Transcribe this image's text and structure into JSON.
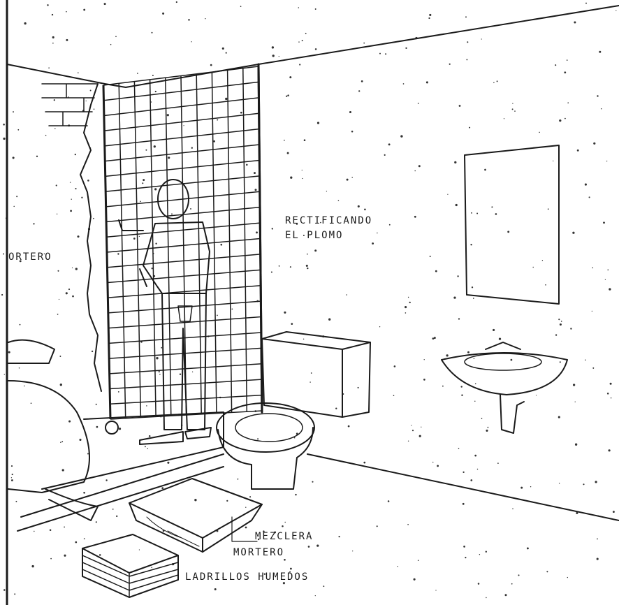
{
  "labels": {
    "rectificando": "RECTIFICANDO",
    "el_plomo": "EL PLOMO",
    "mortero_left": "ORTERO",
    "mezclera": "MEZCLERA",
    "mortero_bottom": "MORTERO",
    "ladrillos": "LADRILLOS HUMEDOS"
  },
  "colors": {
    "ink": "#1a1a1a",
    "paper": "#ffffff"
  }
}
